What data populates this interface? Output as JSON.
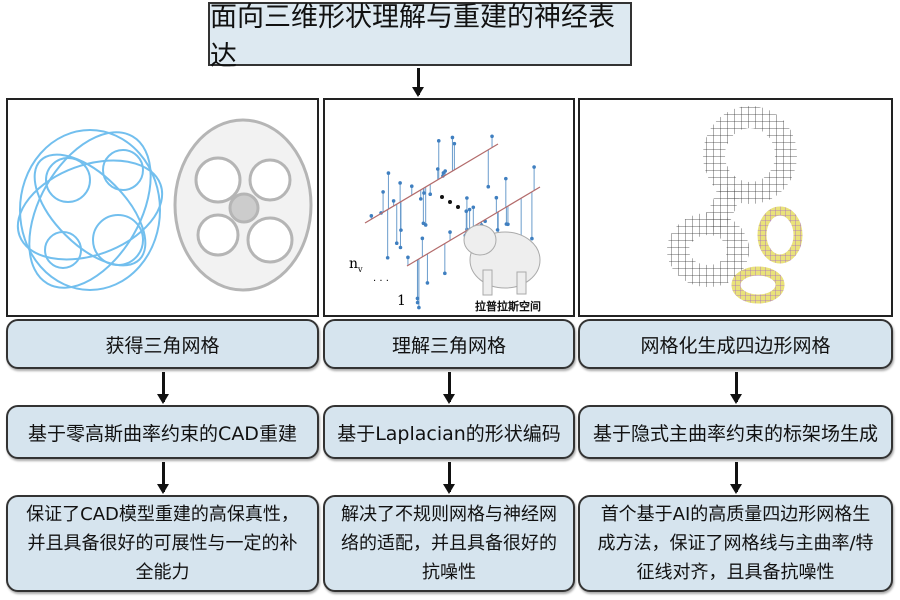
{
  "title": "面向三维形状理解与重建的神经表达",
  "columns": [
    {
      "label": "获得三角网格",
      "method": "基于零高斯曲率约束的CAD重建",
      "result": "保证了CAD模型重建的高保真性，并且具备很好的可展性与一定的补全能力"
    },
    {
      "label": "理解三角网格",
      "method": "基于Laplacian的形状编码",
      "result": "解决了不规则网格与神经网络的适配，并且具备很好的抗噪性",
      "image_caption": "拉普拉斯空间",
      "axis_top": "n",
      "axis_top_sub": "v",
      "axis_dots": "· · ·",
      "axis_bottom": "1"
    },
    {
      "label": "网格化生成四边形网格",
      "method": "基于隐式主曲率约束的标架场生成",
      "result": "首个基于AI的高质量四边形网格生成方法，保证了网格线与主曲率/特征线对齐，且具备抗噪性"
    }
  ]
}
